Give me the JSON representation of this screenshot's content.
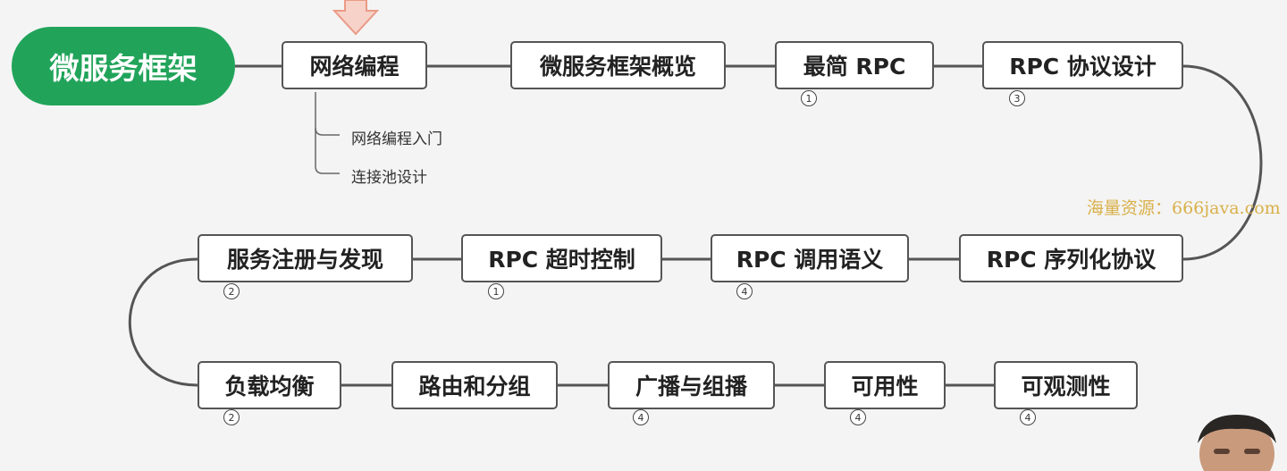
{
  "root": {
    "label": "微服务框架"
  },
  "nodes": {
    "n1": {
      "label": "网络编程"
    },
    "n2": {
      "label": "微服务框架概览"
    },
    "n3": {
      "label": "最简 RPC",
      "badge": "1"
    },
    "n4": {
      "label": "RPC 协议设计",
      "badge": "3"
    },
    "n5": {
      "label": "RPC 序列化协议"
    },
    "n6": {
      "label": "RPC 调用语义",
      "badge": "4"
    },
    "n7": {
      "label": "RPC 超时控制",
      "badge": "1"
    },
    "n8": {
      "label": "服务注册与发现",
      "badge": "2"
    },
    "n9": {
      "label": "负载均衡",
      "badge": "2"
    },
    "n10": {
      "label": "路由和分组"
    },
    "n11": {
      "label": "广播与组播",
      "badge": "4"
    },
    "n12": {
      "label": "可用性",
      "badge": "4"
    },
    "n13": {
      "label": "可观测性",
      "badge": "4"
    }
  },
  "subitems": [
    "网络编程入门",
    "连接池设计"
  ],
  "watermark": "海量资源：666java.com",
  "colors": {
    "root_fill": "#21a45a",
    "line": "#555555",
    "node_border": "#555555",
    "arrow": "#f4b6a6",
    "watermark": "#d9b04a"
  }
}
